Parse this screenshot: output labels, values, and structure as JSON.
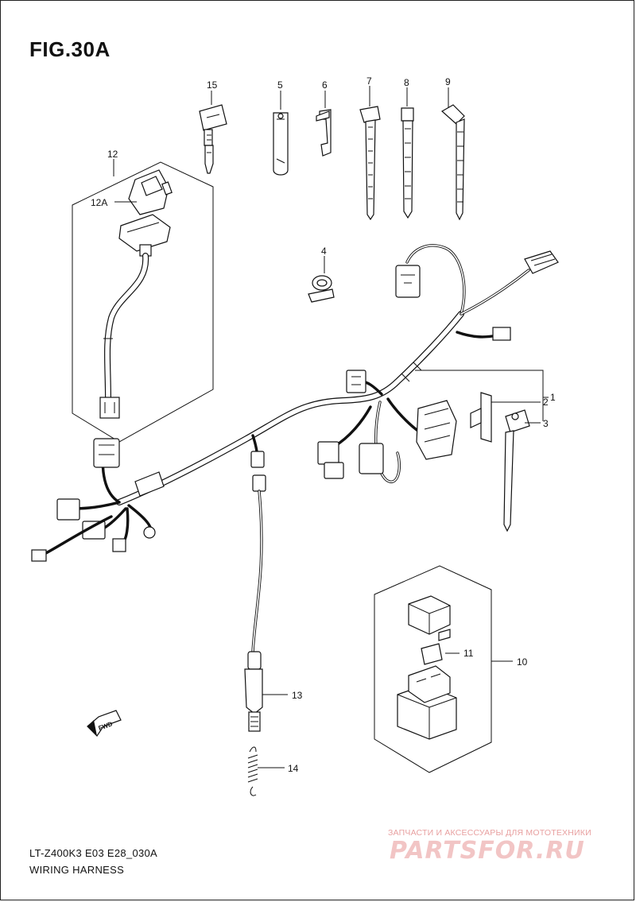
{
  "header": {
    "figure_title": "FIG.30A"
  },
  "footer": {
    "model_code": "LT-Z400K3 E03 E28_030A",
    "caption": "WIRING HARNESS"
  },
  "callouts": {
    "c1": "1",
    "c2": "2",
    "c3": "3",
    "c4": "4",
    "c5": "5",
    "c6": "6",
    "c7": "7",
    "c8": "8",
    "c9": "9",
    "c10": "10",
    "c11": "11",
    "c12": "12",
    "c12a": "12A",
    "c13": "13",
    "c14": "14",
    "c15": "15"
  },
  "fwd_label": "FWD",
  "watermark": {
    "tagline": "ЗАПЧАСТИ И АКСЕССУАРЫ ДЛЯ МОТОТЕХНИКИ",
    "logo": "PARTSFOR.RU"
  }
}
